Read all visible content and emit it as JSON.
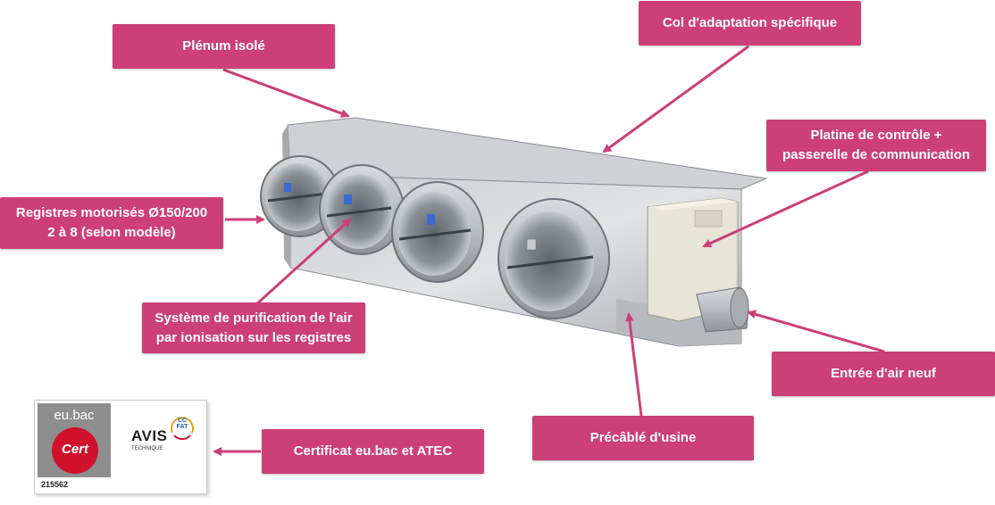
{
  "labels": {
    "plenum": "Plénum isolé",
    "col": "Col d'adaptation spécifique",
    "platine_line1": "Platine de contrôle +",
    "platine_line2": "passerelle de communication",
    "registres_line1": "Registres motorisés Ø150/200",
    "registres_line2": "2 à 8 (selon modèle)",
    "purification_line1": "Système de purification de l'air",
    "purification_line2": "par ionisation sur les registres",
    "entree": "Entrée d'air neuf",
    "precable": "Précâblé d'usine",
    "certificat": "Certificat eu.bac et ATEC"
  },
  "certificate": {
    "eubac_title": "eu.bac",
    "eubac_cert": "Cert",
    "number": "215562",
    "avis": "AVIS",
    "technique": "TECHNIQUE",
    "ccfat": "CC FAT"
  },
  "colors": {
    "label_bg": "#cc3f77",
    "label_text": "#ffffff",
    "arrow": "#cc3f77"
  }
}
